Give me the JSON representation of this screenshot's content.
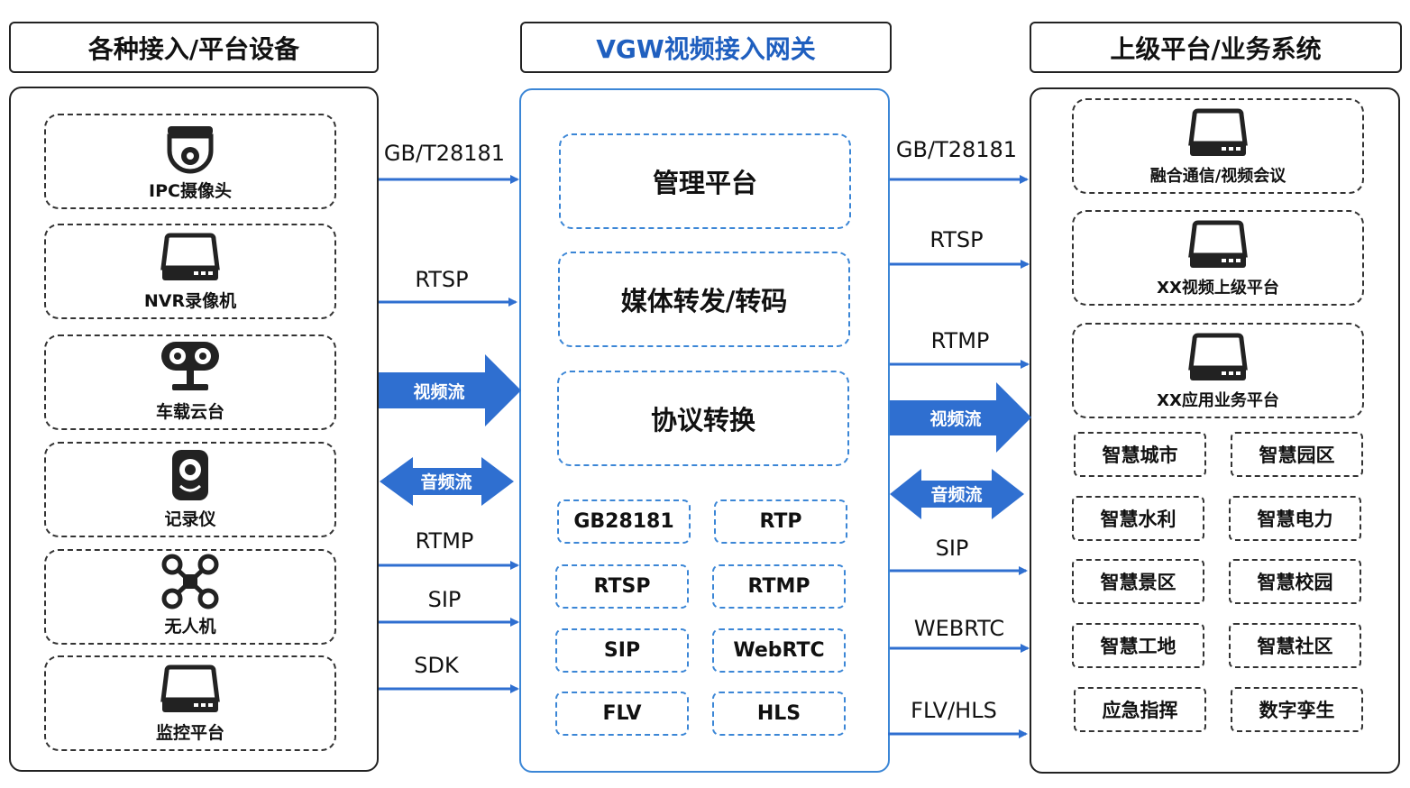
{
  "headers": {
    "left": "各种接入/平台设备",
    "center": "VGW视频接入网关",
    "right": "上级平台/业务系统"
  },
  "devices": [
    {
      "label": "IPC摄像头",
      "icon": "dome-camera-icon"
    },
    {
      "label": "NVR录像机",
      "icon": "nvr-device-icon"
    },
    {
      "label": "车载云台",
      "icon": "vehicle-ptz-icon"
    },
    {
      "label": "记录仪",
      "icon": "body-recorder-icon"
    },
    {
      "label": "无人机",
      "icon": "drone-icon"
    },
    {
      "label": "监控平台",
      "icon": "server-device-icon"
    }
  ],
  "left_links": {
    "gb": "GB/T28181",
    "rtsp": "RTSP",
    "video": "视频流",
    "audio": "音频流",
    "rtmp": "RTMP",
    "sip": "SIP",
    "sdk": "SDK"
  },
  "gateway_modules": [
    "管理平台",
    "媒体转发/转码",
    "协议转换"
  ],
  "gateway_protocols": [
    "GB28181",
    "RTP",
    "RTSP",
    "RTMP",
    "SIP",
    "WebRTC",
    "FLV",
    "HLS"
  ],
  "right_links": {
    "gb": "GB/T28181",
    "rtsp": "RTSP",
    "rtmp": "RTMP",
    "video": "视频流",
    "audio": "音频流",
    "sip": "SIP",
    "webrtc": "WEBRTC",
    "flvhls": "FLV/HLS"
  },
  "upper_platforms": [
    "融合通信/视频会议",
    "XX视频上级平台",
    "XX应用业务平台"
  ],
  "applications": [
    "智慧城市",
    "智慧园区",
    "智慧水利",
    "智慧电力",
    "智慧景区",
    "智慧校园",
    "智慧工地",
    "智慧社区",
    "应急指挥",
    "数字孪生"
  ],
  "colors": {
    "accent": "#2f6fd0",
    "module_border": "#3b86d6",
    "header_blue": "#1f5fbf"
  }
}
